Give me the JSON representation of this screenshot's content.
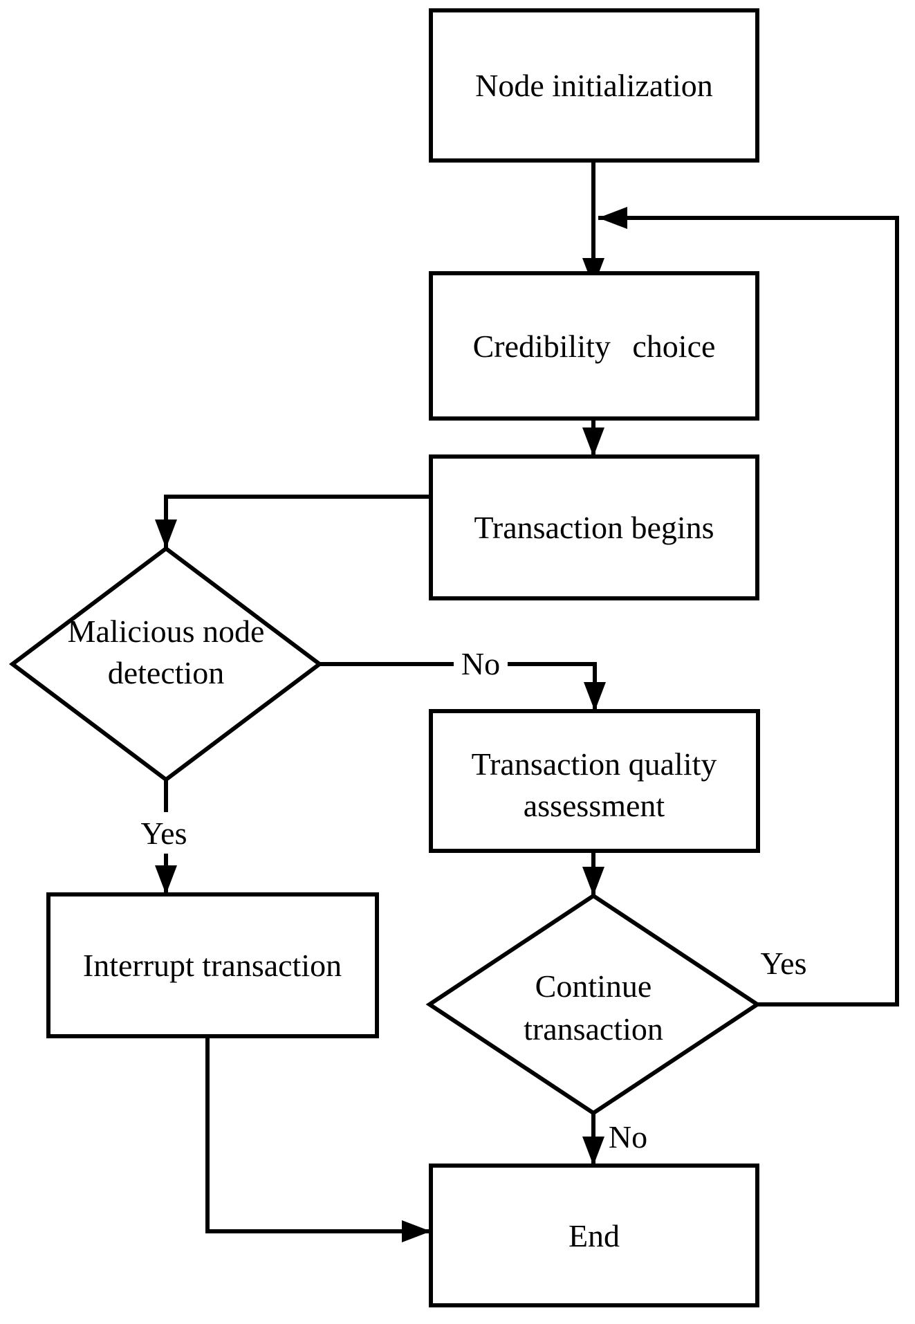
{
  "diagram": {
    "type": "flowchart",
    "background_color": "#ffffff",
    "stroke_color": "#000000",
    "labels": {
      "node_initialization": "Node initialization",
      "credibility_choice": "Credibility choice",
      "transaction_begins": "Transaction begins",
      "malicious_line1": "Malicious node",
      "malicious_line2": "detection",
      "tqa_line1": "Transaction quality",
      "tqa_line2": "assessment",
      "interrupt_transaction": "Interrupt transaction",
      "continue_line1": "Continue",
      "continue_line2": "transaction",
      "end": "End",
      "edge_no_malicious": "No",
      "edge_yes_malicious": "Yes",
      "edge_yes_continue": "Yes",
      "edge_no_continue": "No"
    },
    "edges": [
      {
        "from": "Node initialization",
        "to": "Credibility choice",
        "label": ""
      },
      {
        "from": "Credibility choice",
        "to": "Transaction begins",
        "label": ""
      },
      {
        "from": "Transaction begins",
        "to": "Malicious node detection",
        "label": ""
      },
      {
        "from": "Malicious node detection",
        "to": "Transaction quality assessment",
        "label": "No"
      },
      {
        "from": "Malicious node detection",
        "to": "Interrupt transaction",
        "label": "Yes"
      },
      {
        "from": "Transaction quality assessment",
        "to": "Continue transaction",
        "label": ""
      },
      {
        "from": "Continue transaction",
        "to": "Credibility choice",
        "label": "Yes"
      },
      {
        "from": "Continue transaction",
        "to": "End",
        "label": "No"
      },
      {
        "from": "Interrupt transaction",
        "to": "End",
        "label": ""
      }
    ]
  }
}
